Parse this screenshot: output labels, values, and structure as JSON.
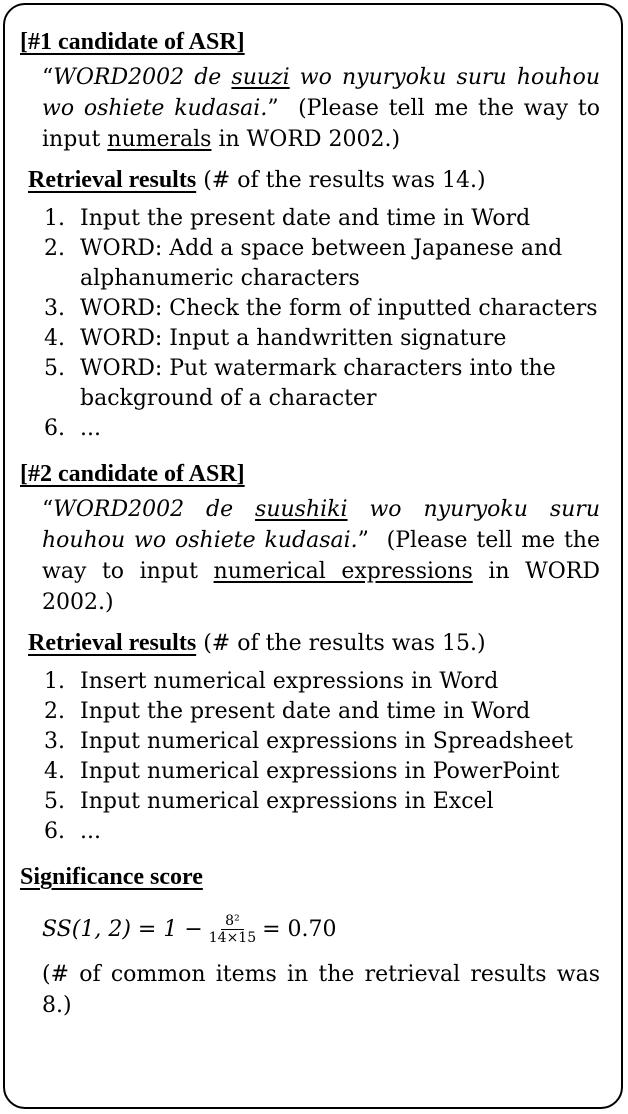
{
  "sections": [
    {
      "title": "[#1 candidate of ASR]",
      "quote_open": "“",
      "quote_pre": "WORD2002 de ",
      "quote_keyword": "suuzi",
      "quote_post": " wo nyuryoku suru houhou wo oshiete kudasai.",
      "quote_close": "”",
      "trans_pre": "  (Please tell me the way to input ",
      "trans_keyword": "numerals",
      "trans_post": " in WORD 2002.)",
      "results_label": "Retrieval results",
      "results_note": "(# of the results was 14.)",
      "items": [
        {
          "num": "1.",
          "text": "Input the present date and time in Word"
        },
        {
          "num": "2.",
          "text": "WORD: Add a space between Japanese and alphanumeric characters"
        },
        {
          "num": "3.",
          "text": "WORD: Check the form of inputted characters"
        },
        {
          "num": "4.",
          "text": "WORD: Input a handwritten signature"
        },
        {
          "num": "5.",
          "text": "WORD: Put watermark characters into the background of a character"
        },
        {
          "num": "6.",
          "text": "..."
        }
      ]
    },
    {
      "title": "[#2 candidate of ASR]",
      "quote_open": "“",
      "quote_pre": "WORD2002 de ",
      "quote_keyword": "suushiki",
      "quote_post": " wo nyuryoku suru houhou wo oshiete kudasai.",
      "quote_close": "”",
      "trans_pre": "  (Please tell me the way to input ",
      "trans_keyword": "numerical expressions",
      "trans_post": " in WORD 2002.)",
      "results_label": "Retrieval results",
      "results_note": "(# of the results was 15.)",
      "items": [
        {
          "num": "1.",
          "text": "Insert numerical expressions in Word"
        },
        {
          "num": "2.",
          "text": "Input the present date and time in Word"
        },
        {
          "num": "3.",
          "text": "Input numerical expressions in Spreadsheet"
        },
        {
          "num": "4.",
          "text": "Input numerical expressions in PowerPoint"
        },
        {
          "num": "5.",
          "text": "Input numerical expressions in Excel"
        },
        {
          "num": "6.",
          "text": "..."
        }
      ]
    }
  ],
  "significance": {
    "title": "Significance score",
    "lhs": "SS(1, 2) = 1 −",
    "frac_num": "8²",
    "frac_den": "14×15",
    "rhs": "= 0.70",
    "note": "(# of common items in the retrieval results was 8.)"
  }
}
